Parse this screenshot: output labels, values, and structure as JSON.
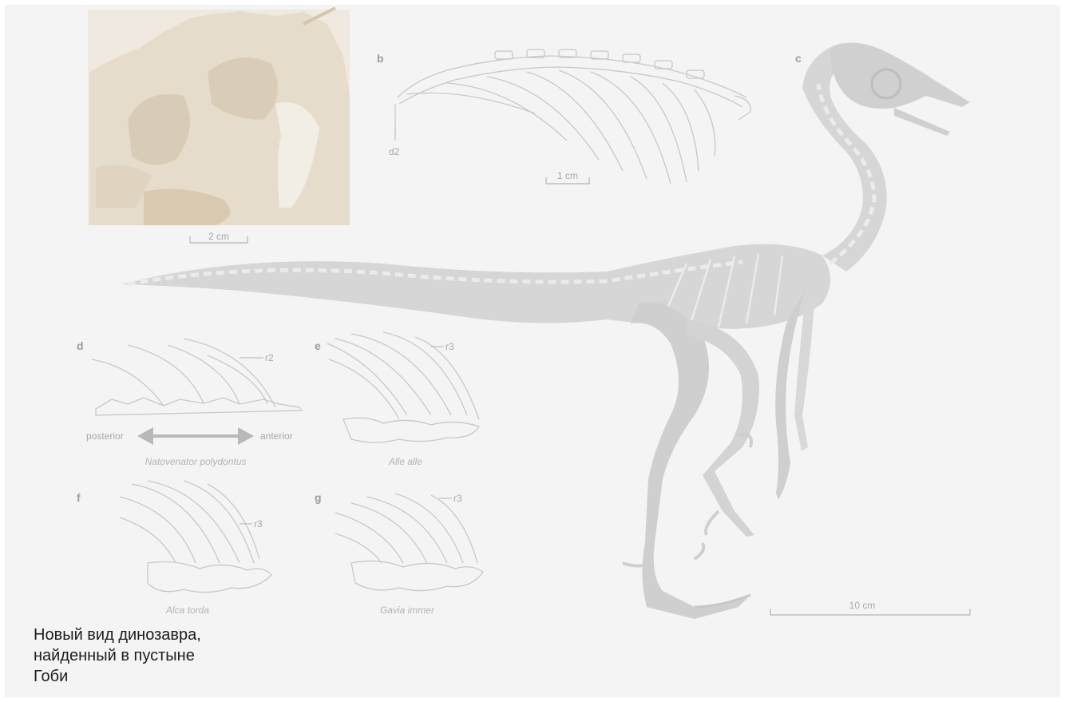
{
  "caption": {
    "line1": "Новый вид динозавра,",
    "line2": "найденный в пустыне",
    "line3": "Гоби"
  },
  "panels": {
    "b": "b",
    "c": "c",
    "d": "d",
    "e": "e",
    "f": "f",
    "g": "g"
  },
  "scale_bars": {
    "photo": "2 cm",
    "ribs": "1 cm",
    "skeleton": "10 cm"
  },
  "labels": {
    "d2": "d2",
    "r2": "r2",
    "r3_e": "r3",
    "r3_f": "r3",
    "r3_g": "r3",
    "posterior": "posterior",
    "anterior": "anterior"
  },
  "species": {
    "d": "Natovenator polydontus",
    "e": "Alle alle",
    "f": "Alca torda",
    "g": "Gavia immer"
  },
  "colors": {
    "background": "#f4f4f4",
    "bone_fill": "#d6d6d6",
    "outline": "#c8c8c8",
    "photo_tone": "#e6dccb",
    "caption_text": "#1c1c1c"
  }
}
